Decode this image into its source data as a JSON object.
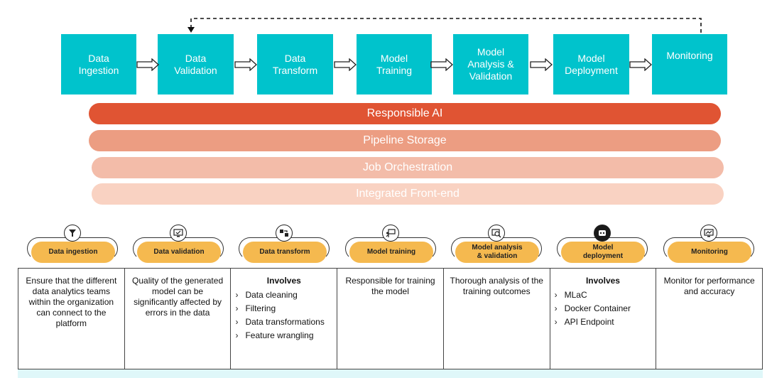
{
  "pipeline": {
    "stages": [
      {
        "label": "Data\nIngestion"
      },
      {
        "label": "Data\nValidation"
      },
      {
        "label": "Data\nTransform"
      },
      {
        "label": "Model\nTraining"
      },
      {
        "label": "Model\nAnalysis &\nValidation"
      },
      {
        "label": "Model\nDeployment"
      },
      {
        "label": "Monitoring"
      }
    ]
  },
  "bands": [
    {
      "label": "Responsible AI",
      "color": "#e05433",
      "text_color": "#ffffff"
    },
    {
      "label": "Pipeline Storage",
      "color": "#ec9d82",
      "text_color": "#ffffff"
    },
    {
      "label": "Job Orchestration",
      "color": "#f3bca9",
      "text_color": "#ffffff"
    },
    {
      "label": "Integrated Front-end",
      "color": "#f9d2c2",
      "text_color": "#ffffff"
    }
  ],
  "details": [
    {
      "title": "Data ingestion",
      "icon": "funnel-icon",
      "text": "Ensure that the different data analytics teams within the organization can connect to the platform"
    },
    {
      "title": "Data validation",
      "icon": "monitor-check-icon",
      "text": "Quality of the generated model can be significantly affected by errors in the data"
    },
    {
      "title": "Data transform",
      "icon": "transform-icon",
      "heading": "Involves",
      "items": [
        "Data cleaning",
        "Filtering",
        "Data transformations",
        "Feature wrangling"
      ]
    },
    {
      "title": "Model training",
      "icon": "presentation-icon",
      "text": "Responsible for training the model"
    },
    {
      "title": "Model analysis\n& validation",
      "icon": "magnifier-chart-icon",
      "text": "Thorough analysis of the training outcomes"
    },
    {
      "title": "Model\ndeployment",
      "icon": "robot-icon",
      "heading": "Involves",
      "items": [
        "MLaC",
        "Docker Container",
        "API Endpoint"
      ]
    },
    {
      "title": "Monitoring",
      "icon": "monitor-chart-icon",
      "text": "Monitor for performance and accuracy"
    }
  ],
  "colors": {
    "stage": "#00c3cc",
    "pill": "#f5b94f"
  }
}
